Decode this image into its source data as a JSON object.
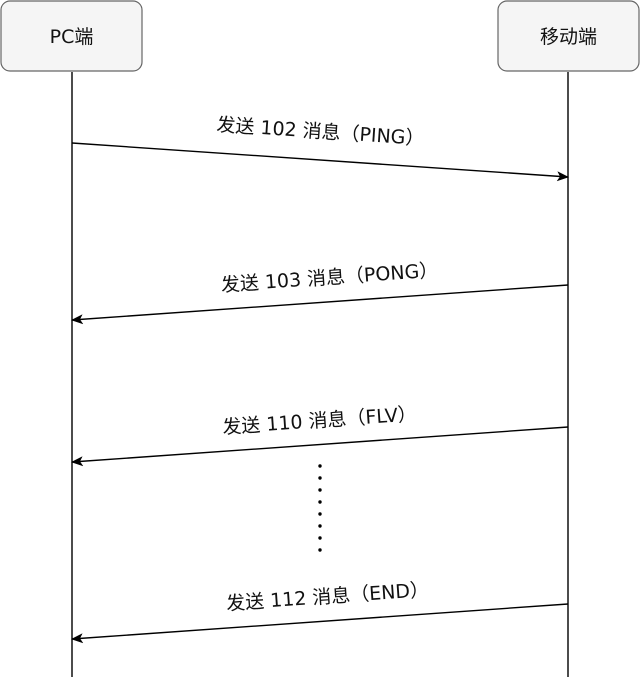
{
  "participants": [
    {
      "id": "pc",
      "label": "PC端"
    },
    {
      "id": "mobile",
      "label": "移动端"
    }
  ],
  "messages": [
    {
      "from": "pc",
      "to": "mobile",
      "label": "发送 102 消息（PING）"
    },
    {
      "from": "mobile",
      "to": "pc",
      "label": "发送 103 消息（PONG）"
    },
    {
      "from": "mobile",
      "to": "pc",
      "label": "发送 110 消息（FLV）"
    },
    {
      "from": "mobile",
      "to": "pc",
      "label": "发送 112 消息（END）"
    }
  ],
  "colors": {
    "box_fill": "#f5f5f5",
    "box_stroke": "#666666",
    "line": "#000000",
    "text": "#111111"
  }
}
